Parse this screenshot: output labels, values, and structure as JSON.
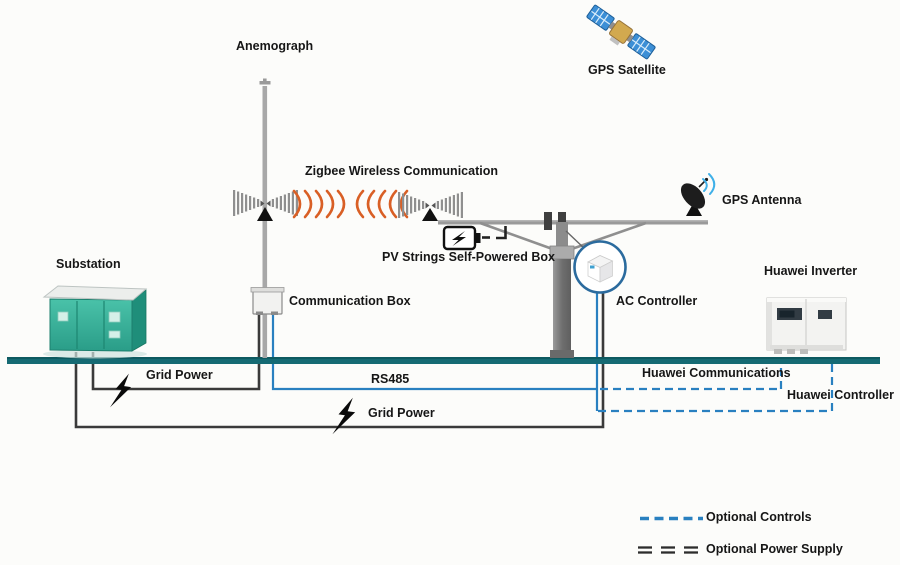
{
  "diagram_type": "solar-tracker-system-architecture",
  "colors": {
    "background": "#fcfcfa",
    "ground_line": "#156a73",
    "control_line_blue": "#2980c0",
    "power_line_dark": "#3a3a3a",
    "zigbee_wave_orange": "#d95f25",
    "substation_green": "#35b29b",
    "satellite_panel_blue": "#3c8fd6",
    "text": "#161616"
  },
  "nodes": {
    "anemograph": {
      "label": "Anemograph",
      "icon": "anemometer-mast-icon"
    },
    "gps_satellite": {
      "label": "GPS Satellite",
      "icon": "satellite-icon"
    },
    "zigbee_link": {
      "label": "Zigbee Wireless Communication",
      "icon": "zigbee-antenna-icon"
    },
    "gps_antenna": {
      "label": "GPS Antenna",
      "icon": "satellite-dish-icon"
    },
    "pv_selfpower_box": {
      "label": "PV Strings Self-Powered Box",
      "icon": "battery-icon"
    },
    "substation": {
      "label": "Substation",
      "icon": "substation-building-icon"
    },
    "communication_box": {
      "label": "Communication Box",
      "icon": "communication-box-icon"
    },
    "ac_controller": {
      "label": "AC Controller",
      "icon": "controller-magnifier-icon"
    },
    "huawei_inverter": {
      "label": "Huawei Inverter",
      "icon": "inverter-icon"
    }
  },
  "connections": [
    {
      "label": "Grid Power",
      "from": "Substation",
      "to": "Communication Box",
      "style": "solid-dark",
      "icon": "lightning-bolt-icon"
    },
    {
      "label": "RS485",
      "from": "Communication Box",
      "to": "AC Controller",
      "style": "solid-blue"
    },
    {
      "label": "Grid Power",
      "from": "Substation",
      "to": "AC Controller",
      "style": "solid-dark",
      "icon": "lightning-bolt-icon"
    },
    {
      "label": "Huawei Communications",
      "from": "AC Controller",
      "to": "Huawei Inverter",
      "style": "dashed-blue"
    },
    {
      "label": "Huawei Controller",
      "from": "AC Controller",
      "to": "Huawei Inverter",
      "style": "dashed-blue"
    }
  ],
  "legend": {
    "items": [
      {
        "label": "Optional Controls",
        "style": "dashed-blue"
      },
      {
        "label": "Optional Power Supply",
        "style": "double-dash-dark"
      }
    ]
  }
}
